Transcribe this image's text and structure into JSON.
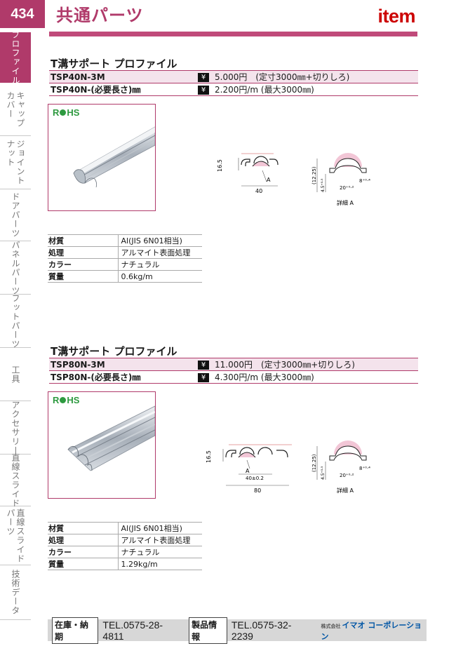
{
  "header": {
    "page_number": "434",
    "title": "共通パーツ",
    "brand": "item"
  },
  "side_tabs": [
    {
      "label": "プロファイル",
      "active": true
    },
    {
      "label": "キャップ\nカバー",
      "active": false
    },
    {
      "label": "ジョイント\nナット",
      "active": false
    },
    {
      "label": "ドアパーツ",
      "active": false
    },
    {
      "label": "パネルパーツ",
      "active": false
    },
    {
      "label": "フットパーツ",
      "active": false
    },
    {
      "label": "工具",
      "active": false
    },
    {
      "label": "アクセサリー",
      "active": false
    },
    {
      "label": "直線スライド",
      "active": false
    },
    {
      "label": "直線スライド\nパーツ",
      "active": false
    },
    {
      "label": "技術データ",
      "active": false
    }
  ],
  "products": [
    {
      "title": "T溝サポート プロファイル",
      "rows": [
        {
          "code": "TSP40N-3M",
          "yen": "¥",
          "price": "5.000円　(定寸3000㎜+切りしろ)"
        },
        {
          "code": "TSP40N-(必要長さ)㎜",
          "yen": "¥",
          "price": "2.200円/m (最大3000㎜)"
        }
      ],
      "rohs": "RoHS",
      "drawing": {
        "height": "16.5",
        "width": "40",
        "detail_ref": "A",
        "dim_1225": "(12.25)",
        "dim_45": "4.5⁺⁰·⁵",
        "dim_20": "20⁺⁰·²",
        "dim_8": "8⁺⁰·⁴",
        "detail_label": "詳細 A"
      },
      "specs": [
        {
          "key": "材質",
          "value": "Al(JIS 6N01相当)"
        },
        {
          "key": "処理",
          "value": "アルマイト表面処理"
        },
        {
          "key": "カラー",
          "value": "ナチュラル"
        },
        {
          "key": "質量",
          "value": "0.6kg/m"
        }
      ]
    },
    {
      "title": "T溝サポート プロファイル",
      "rows": [
        {
          "code": "TSP80N-3M",
          "yen": "¥",
          "price": "11.000円　(定寸3000㎜+切りしろ)"
        },
        {
          "code": "TSP80N-(必要長さ)㎜",
          "yen": "¥",
          "price": "4.300円/m (最大3000㎜)"
        }
      ],
      "rohs": "RoHS",
      "drawing": {
        "height": "16.5",
        "width": "80",
        "center": "40±0.2",
        "detail_ref": "A",
        "dim_1225": "(12.25)",
        "dim_45": "4.5⁺⁰·⁵",
        "dim_20": "20⁺⁰·²",
        "dim_8": "8⁺⁰·⁴",
        "detail_label": "詳細 A"
      },
      "specs": [
        {
          "key": "材質",
          "value": "Al(JIS 6N01相当)"
        },
        {
          "key": "処理",
          "value": "アルマイト表面処理"
        },
        {
          "key": "カラー",
          "value": "ナチュラル"
        },
        {
          "key": "質量",
          "value": "1.29kg/m"
        }
      ]
    }
  ],
  "footer": {
    "stock_label": "在庫・納期",
    "stock_tel": "TEL.0575-28-4811",
    "info_label": "製品情報",
    "info_tel": "TEL.0575-32-2239",
    "company_prefix": "株式会社",
    "company": "イマオ コーポレーション"
  },
  "colors": {
    "accent": "#b03a6a",
    "brand": "#cc0000",
    "rohs": "#2e9a40"
  }
}
